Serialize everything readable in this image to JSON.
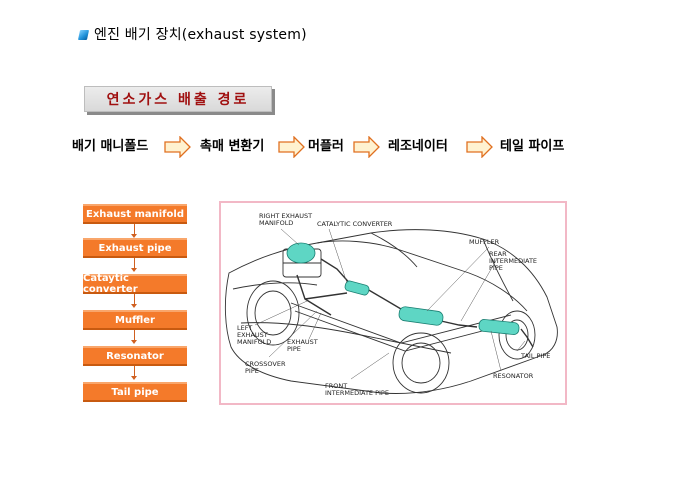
{
  "title": "엔진 배기 장치(exhaust system)",
  "heading": "연소가스 배출 경로",
  "flow": [
    "배기 매니폴드",
    "촉매 변환기",
    "머플러",
    "레조네이터",
    "테일 파이프"
  ],
  "flowchart": [
    "Exhaust manifold",
    "Exhaust pipe",
    "Cataytic converter",
    "Muffler",
    "Resonator",
    "Tail pipe"
  ],
  "diagram_labels": {
    "right_exhaust_manifold": [
      "RIGHT EXHAUST",
      "MANIFOLD"
    ],
    "catalytic_converter": [
      "CATALYTIC CONVERTER"
    ],
    "muffler": [
      "MUFFLER"
    ],
    "rear_intermediate_pipe": [
      "REAR",
      "INTERMEDIATE",
      "PIPE"
    ],
    "left_exhaust_manifold": [
      "LEFT",
      "EXHAUST",
      "MANIFOLD"
    ],
    "exhaust_pipe": [
      "EXHAUST",
      "PIPE"
    ],
    "crossover_pipe": [
      "CROSSOVER",
      "PIPE"
    ],
    "front_intermediate_pipe": [
      "FRONT",
      "INTERMEDIATE PIPE"
    ],
    "tail_pipe": [
      "TAIL PIPE"
    ],
    "resonator": [
      "RESONATOR"
    ]
  },
  "colors": {
    "accent_orange": "#f47a2a",
    "heading_red": "#a01010",
    "frame_pink": "#f2b8c6",
    "highlight_cyan": "#5ed6c4"
  }
}
